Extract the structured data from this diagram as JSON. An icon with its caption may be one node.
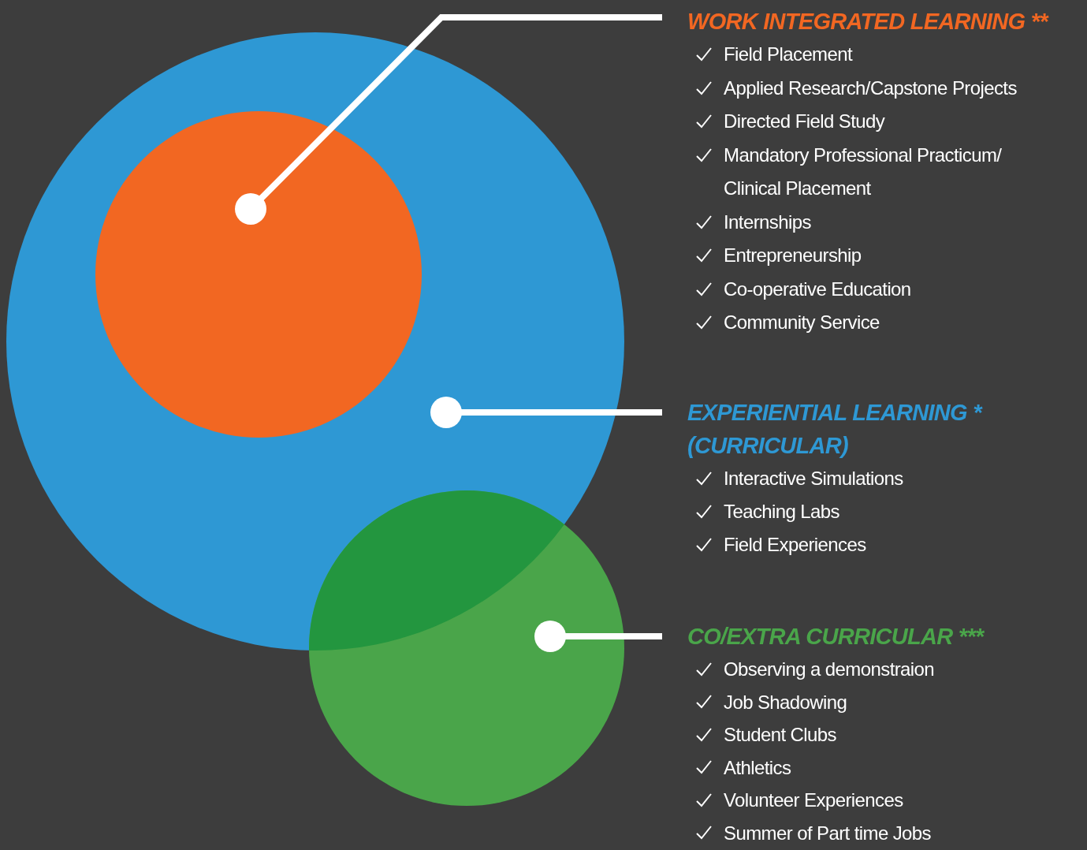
{
  "diagram": {
    "nodes": [
      {
        "text": [],
        "shape": "circle"
      },
      {
        "text": [],
        "shape": "circle",
        "in": 0
      },
      {
        "text": [],
        "shape": "circle"
      },
      {
        "text": [
          "WORK INTEGRATED LEARNING **",
          "Field Placement",
          "Applied Research/Capstone Projects",
          "Directed Field Study",
          "Mandatory Professional Practicum/ Clinical Placement",
          "Internships",
          "Entrepreneurship",
          "Co-operative Education",
          "Community Service"
        ]
      },
      {
        "text": [
          "EXPERIENTIAL LEARNING * (CURRICULAR)",
          "Interactive Simulations",
          "Teaching Labs",
          "Field Experiences"
        ]
      },
      {
        "text": [
          "CO/EXTRA CURRICULAR ***",
          "Observing a demonstraion",
          "Job Shadowing",
          "Student Clubs",
          "Athletics",
          "Volunteer Experiences",
          "Summer of Part time Jobs"
        ]
      }
    ],
    "edges": [
      {
        "from": 3,
        "to": 1,
        "arrow": "other"
      },
      {
        "from": 4,
        "to": 0,
        "arrow": "other"
      },
      {
        "from": 5,
        "to": 2,
        "arrow": "other"
      }
    ]
  }
}
